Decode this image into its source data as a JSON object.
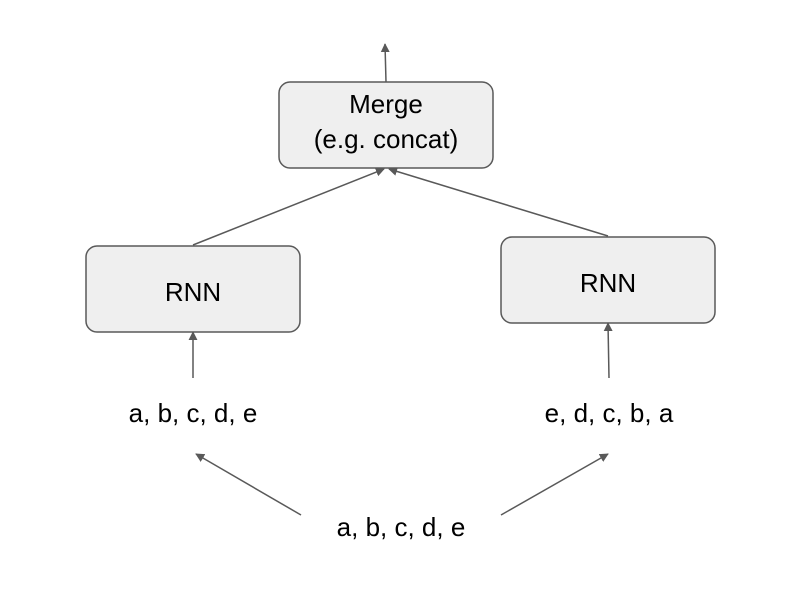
{
  "merge_box": {
    "line1": "Merge",
    "line2": "(e.g. concat)"
  },
  "rnn_left": {
    "label": "RNN"
  },
  "rnn_right": {
    "label": "RNN"
  },
  "sequence_forward": {
    "label": "a, b, c, d, e"
  },
  "sequence_reversed": {
    "label": "e, d, c, b, a"
  },
  "sequence_input": {
    "label": "a, b, c, d, e"
  },
  "colors": {
    "box_fill": "#efefef",
    "stroke": "#595959",
    "text": "#000000"
  }
}
